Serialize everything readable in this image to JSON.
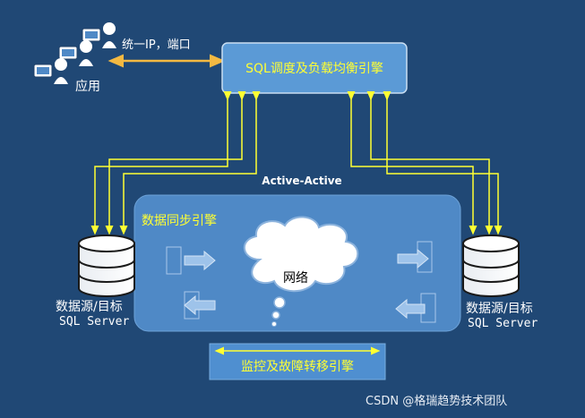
{
  "app_label": "应用",
  "unified_entry_label": "统一IP，端口",
  "sql_engine_label": "SQL调度及负载均衡引擎",
  "mode_label": "Active-Active",
  "sync_engine_label": "数据同步引擎",
  "network_label": "网络",
  "left_db": {
    "line1": "数据源/目标",
    "line2": "SQL Server"
  },
  "right_db": {
    "line1": "数据源/目标",
    "line2": "SQL Server"
  },
  "monitor_label": "监控及故障转移引擎",
  "watermark": "CSDN @格瑞趋势技术团队",
  "colors": {
    "background": "#204875",
    "panel": "#4f89c6",
    "engine_box": "#5b9ad6",
    "arrow": "#ffff33",
    "arrow_entry": "#f4b942",
    "accent_text": "#ffff33"
  }
}
